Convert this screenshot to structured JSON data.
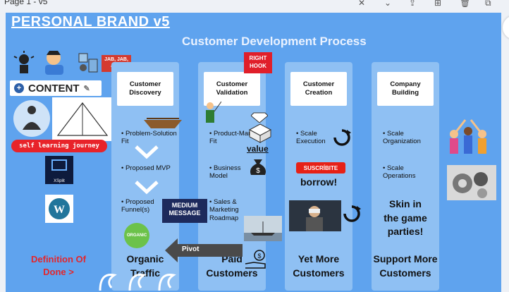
{
  "toolbar": {
    "page_label": "Page 1 - v5"
  },
  "slide": {
    "title": "PERSONAL BRAND v5",
    "subtitle": "Customer Development Process",
    "content_label": "CONTENT",
    "jab_label": "JAB, JAB, JAB,",
    "self_learning": "self learning journey",
    "definition_line1": "Definition Of",
    "definition_line2": "Done >",
    "right_hook": "RIGHT HOOK",
    "pivot_label": "Pivot",
    "medium_label": "MEDIUM MESSAGE",
    "organic_badge": "ORGANIC",
    "value_label": "value",
    "subscribe_label": "SUSCRÍBITE",
    "borrow_label": "borrow!",
    "split_label": "XSplit"
  },
  "columns": [
    {
      "header": "Customer Discovery",
      "bullets": [
        "• Problem-Solution Fit",
        "• Proposed MVP",
        "• Proposed Funnel(s)"
      ],
      "footer_line1": "Organic",
      "footer_line2": "Traffic"
    },
    {
      "header": "Customer Validation",
      "bullets": [
        "• Product-Market Fit",
        "• Business Model",
        "• Sales & Marketing Roadmap"
      ],
      "footer_line1": "Paid",
      "footer_line2": "Customers"
    },
    {
      "header": "Customer Creation",
      "bullets": [
        "• Scale Execution"
      ],
      "footer_line1": "Yet More",
      "footer_line2": "Customers"
    },
    {
      "header": "Company Building",
      "bullets": [
        "• Scale Organization",
        "• Scale Operations"
      ],
      "middle_line1": "Skin in",
      "middle_line2": "the game",
      "middle_line3": "parties!",
      "footer_line1": "Support More",
      "footer_line2": "Customers"
    }
  ],
  "colors": {
    "slide_bg": "#5fa3ee",
    "column_bg": "#8fc0f3",
    "accent_red": "#e3262c"
  }
}
